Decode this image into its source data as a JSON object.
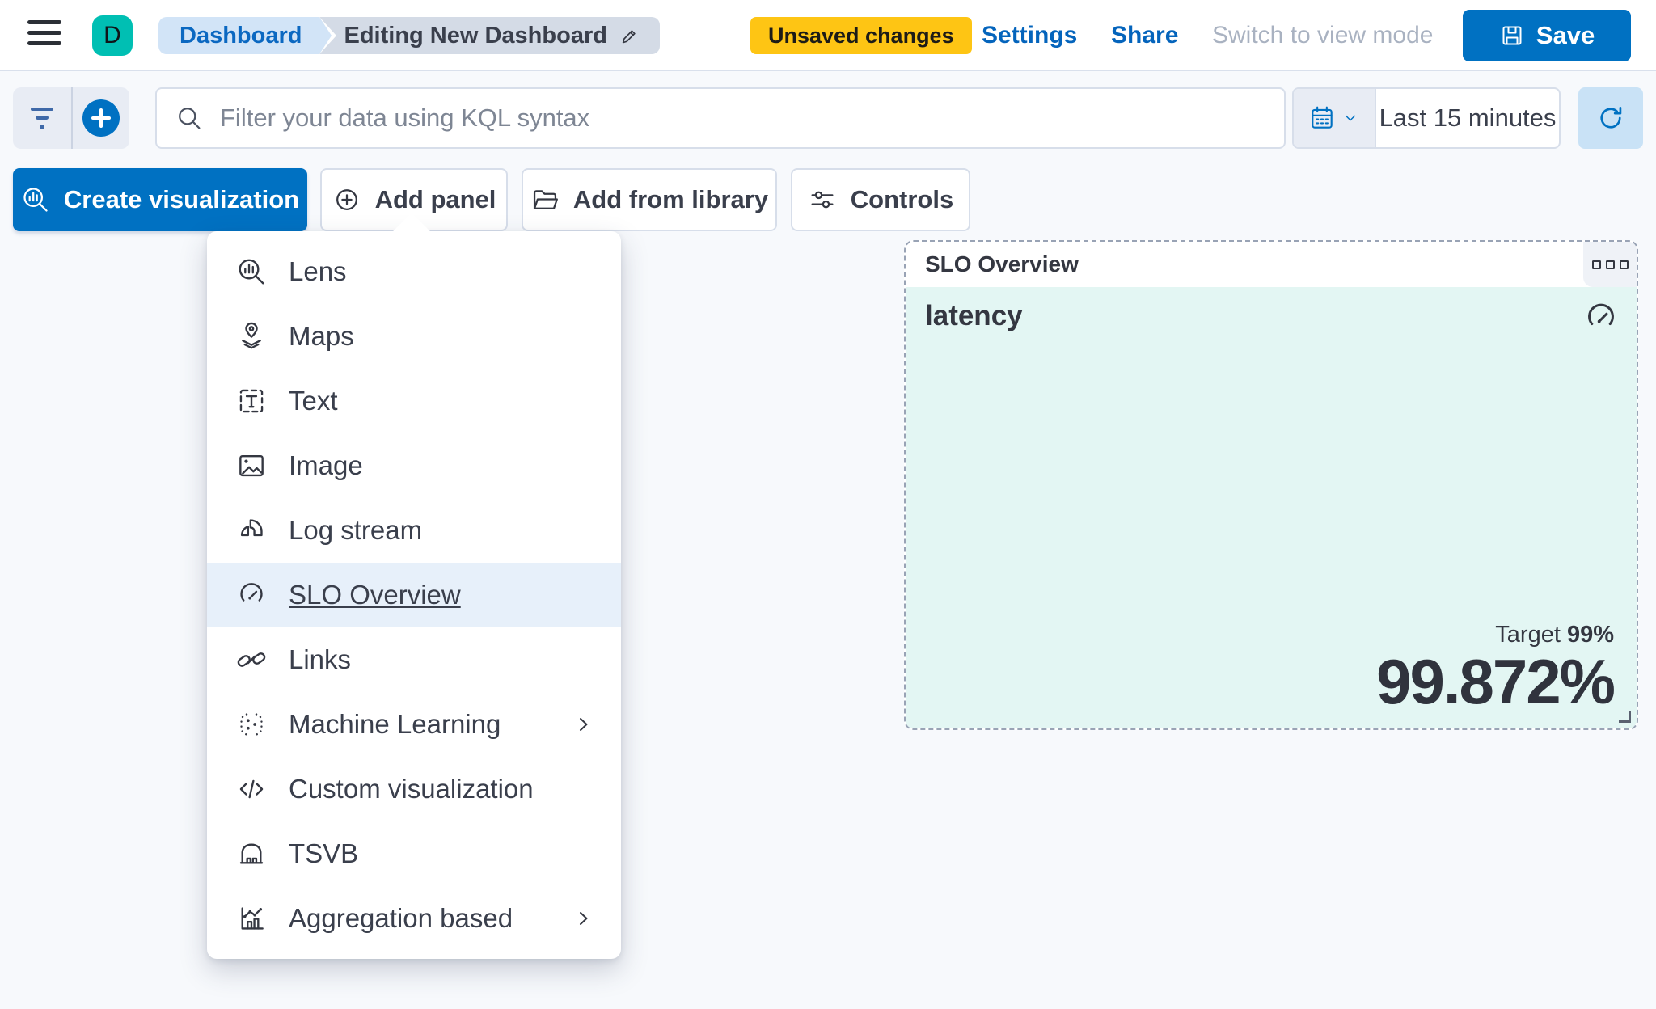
{
  "app": {
    "avatar_initial": "D"
  },
  "header": {
    "breadcrumb_root": "Dashboard",
    "breadcrumb_current": "Editing New Dashboard",
    "unsaved_badge": "Unsaved changes",
    "settings_link": "Settings",
    "share_link": "Share",
    "switch_view_label": "Switch to view mode",
    "save_button": "Save"
  },
  "query_bar": {
    "kql_placeholder": "Filter your data using KQL syntax",
    "time_range": "Last 15 minutes"
  },
  "toolbar": {
    "create_visualization": "Create visualization",
    "add_panel": "Add panel",
    "add_from_library": "Add from library",
    "controls": "Controls"
  },
  "add_panel_menu": {
    "items": [
      {
        "label": "Lens",
        "icon": "lens-icon",
        "has_submenu": false,
        "selected": false
      },
      {
        "label": "Maps",
        "icon": "maps-icon",
        "has_submenu": false,
        "selected": false
      },
      {
        "label": "Text",
        "icon": "text-icon",
        "has_submenu": false,
        "selected": false
      },
      {
        "label": "Image",
        "icon": "image-icon",
        "has_submenu": false,
        "selected": false
      },
      {
        "label": "Log stream",
        "icon": "log-stream-icon",
        "has_submenu": false,
        "selected": false
      },
      {
        "label": "SLO Overview",
        "icon": "gauge-icon",
        "has_submenu": false,
        "selected": true
      },
      {
        "label": "Links",
        "icon": "link-icon",
        "has_submenu": false,
        "selected": false
      },
      {
        "label": "Machine Learning",
        "icon": "machine-learning-icon",
        "has_submenu": true,
        "selected": false
      },
      {
        "label": "Custom visualization",
        "icon": "code-icon",
        "has_submenu": false,
        "selected": false
      },
      {
        "label": "TSVB",
        "icon": "tsvb-icon",
        "has_submenu": false,
        "selected": false
      },
      {
        "label": "Aggregation based",
        "icon": "aggregation-icon",
        "has_submenu": true,
        "selected": false
      }
    ]
  },
  "slo_panel": {
    "title": "SLO Overview",
    "slo_name": "latency",
    "target_label": "Target",
    "target_value": "99%",
    "sli_value": "99.872%"
  },
  "colors": {
    "primary": "#0071C2",
    "warning_badge": "#FEC514",
    "avatar_teal": "#00BFB3",
    "panel_mint": "#E3F6F3",
    "menu_highlight": "#E7F0FA",
    "text": "#343741"
  }
}
